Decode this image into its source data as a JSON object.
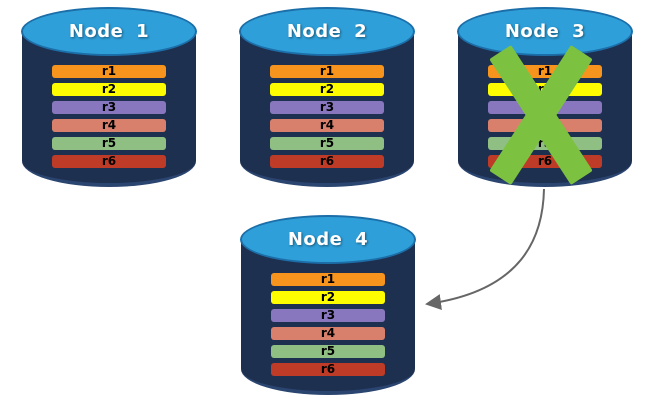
{
  "diagram": {
    "description": "Replicated database cluster: Node 3 fails and its replicas move to Node 4",
    "background_color": "#ffffff",
    "colors": {
      "cylinder_body": "#1e3050",
      "cylinder_top": "#2e9fd9",
      "cylinder_top_border": "#1c6ea8",
      "x_mark": "#7dc141",
      "arrow": "#666666",
      "bar_text": "#000000",
      "node_label_text": "#ffffff"
    },
    "partitions": [
      {
        "label": "r1",
        "color": "#f7941e"
      },
      {
        "label": "r2",
        "color": "#fdfd00"
      },
      {
        "label": "r3",
        "color": "#8877be"
      },
      {
        "label": "r4",
        "color": "#d9806c"
      },
      {
        "label": "r5",
        "color": "#8fbf83"
      },
      {
        "label": "r6",
        "color": "#be3b27"
      }
    ],
    "nodes": [
      {
        "label": "Node 1",
        "status": "ok"
      },
      {
        "label": "Node 2",
        "status": "ok"
      },
      {
        "label": "Node 3",
        "status": "failed"
      },
      {
        "label": "Node 4",
        "status": "ok"
      }
    ],
    "arrow": {
      "from": "Node 3",
      "to": "Node 4"
    }
  }
}
